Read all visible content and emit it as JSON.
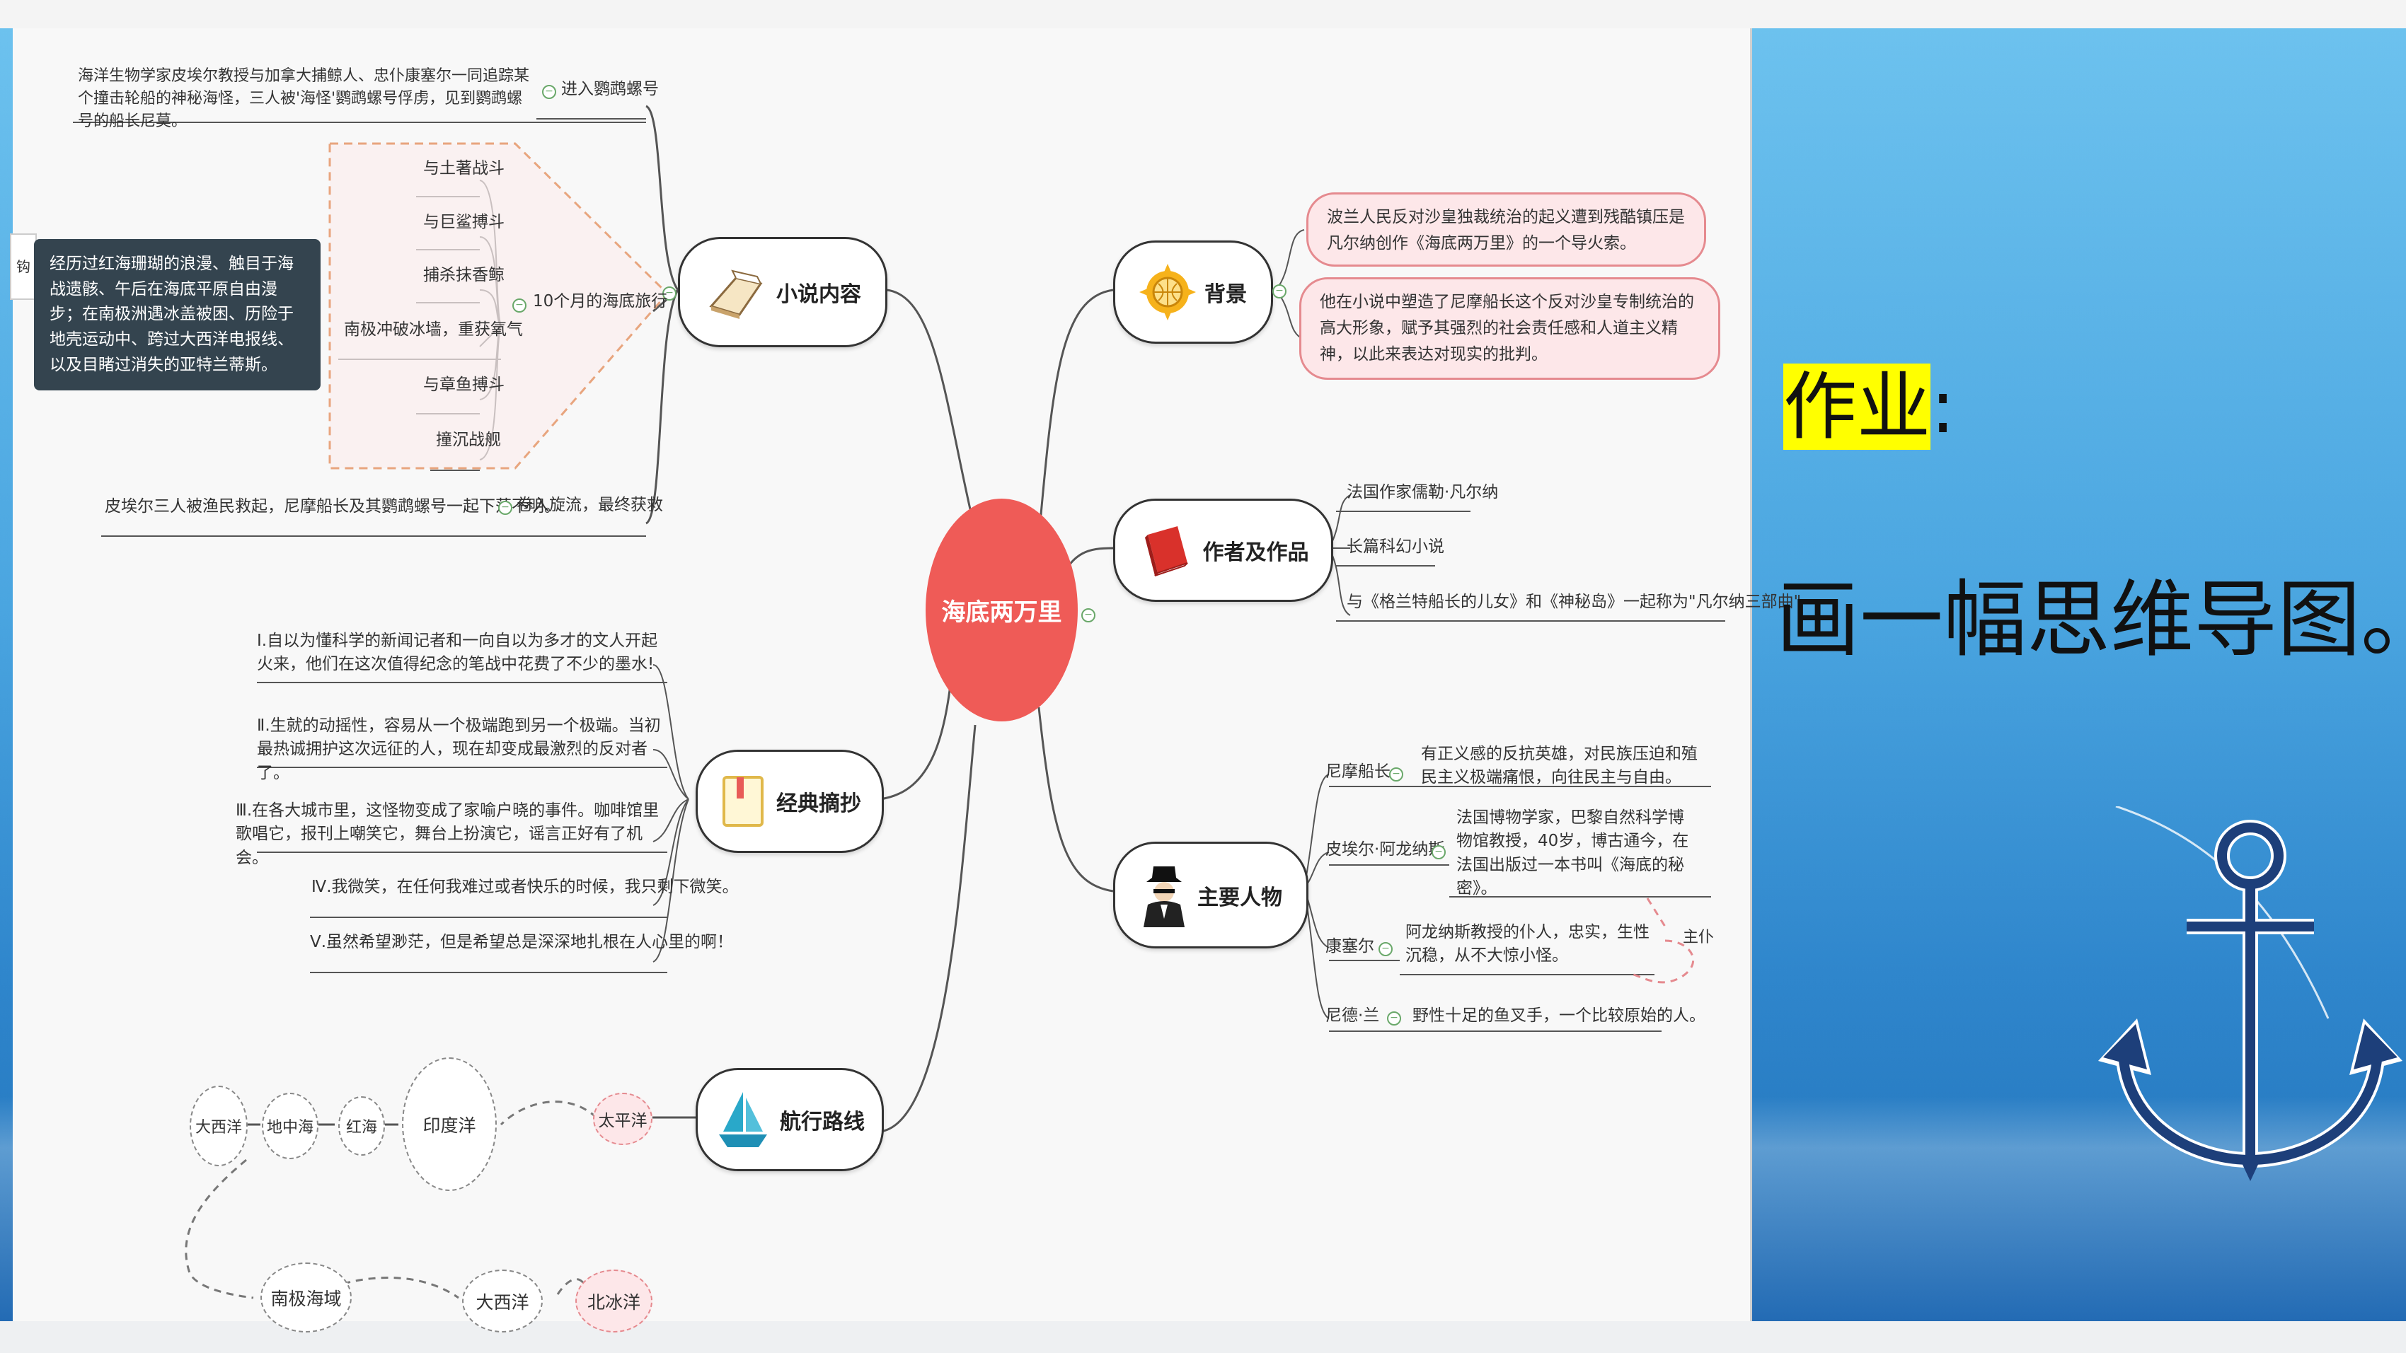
{
  "slide": {
    "homework_label": "作业",
    "homework_colon": ":",
    "instruction": "画一幅思维导图。"
  },
  "mindmap": {
    "center": "海底两万里",
    "left_tab": "钩",
    "branches": {
      "novel_content": {
        "label": "小说内容",
        "enter": "进入鹦鹉螺号",
        "enter_desc": "海洋生物学家皮埃尔教授与加拿大捕鲸人、忠仆康塞尔一同追踪某个撞击轮船的神秘海怪，三人被'海怪'鹦鹉螺号俘虏，见到鹦鹉螺号的船长尼莫。",
        "journey": "10个月的海底旅行",
        "sub": [
          "与土著战斗",
          "与巨鲨搏斗",
          "捕杀抹香鲸",
          "南极冲破冰墙，重获氧气",
          "与章鱼搏斗",
          "撞沉战舰"
        ],
        "tooltip": "经历过红海珊瑚的浪漫、触目于海战遗骸、午后在海底平原自由漫步；在南极洲遇冰盖被困、历险于地壳运动中、跨过大西洋电报线、以及目睹过消失的亚特兰蒂斯。",
        "escape": "卷入旋流，最终获救",
        "escape_desc": "皮埃尔三人被渔民救起，尼摩船长及其鹦鹉螺号一起下落不明。"
      },
      "quotes": {
        "label": "经典摘抄",
        "items": [
          "Ⅰ.自以为懂科学的新闻记者和一向自以为多才的文人开起火来，他们在这次值得纪念的笔战中花费了不少的墨水!",
          "Ⅱ.生就的动摇性，容易从一个极端跑到另一个极端。当初最热诚拥护这次远征的人，现在却变成最激烈的反对者了。",
          "Ⅲ.在各大城市里，这怪物变成了家喻户晓的事件。咖啡馆里歌唱它，报刊上嘲笑它，舞台上扮演它，谣言正好有了机会。",
          "Ⅳ.我微笑，在任何我难过或者快乐的时候，我只剩下微笑。",
          "Ⅴ.虽然希望渺茫，但是希望总是深深地扎根在人心里的啊！"
        ]
      },
      "route": {
        "label": "航行路线",
        "stops": [
          "太平洋",
          "印度洋",
          "红海",
          "地中海",
          "大西洋",
          "南极海域",
          "大西洋",
          "北冰洋"
        ]
      },
      "background": {
        "label": "背景",
        "items": [
          "波兰人民反对沙皇独裁统治的起义遭到残酷镇压是凡尔纳创作《海底两万里》的一个导火索。",
          "他在小说中塑造了尼摩船长这个反对沙皇专制统治的高大形象，赋予其强烈的社会责任感和人道主义精神，以此来表达对现实的批判。"
        ]
      },
      "author": {
        "label": "作者及作品",
        "items": [
          "法国作家儒勒·凡尔纳",
          "长篇科幻小说",
          "与《格兰特船长的儿女》和《神秘岛》一起称为\"凡尔纳三部曲\""
        ]
      },
      "characters": {
        "label": "主要人物",
        "people": [
          {
            "name": "尼摩船长",
            "desc": "有正义感的反抗英雄，对民族压迫和殖民主义极端痛恨，向往民主与自由。"
          },
          {
            "name": "皮埃尔·阿龙纳斯",
            "desc": "法国博物学家，巴黎自然科学博物馆教授，40岁，博古通今，在法国出版过一本书叫《海底的秘密》。"
          },
          {
            "name": "康塞尔",
            "desc": "阿龙纳斯教授的仆人，忠实，生性沉稳，从不大惊小怪。"
          },
          {
            "name": "尼德·兰",
            "desc": "野性十足的鱼叉手，一个比较原始的人。"
          }
        ],
        "relation": "主仆"
      }
    }
  },
  "colors": {
    "central": "#ef5b57",
    "pink_fill": "#fde7e9",
    "pink_border": "#e58a8f",
    "tooltip": "#34444f",
    "highlight": "#ffff00",
    "anchor": "#1d3f7a"
  },
  "icons": [
    "book-icon",
    "sun-globe-icon",
    "red-book-icon",
    "detective-icon",
    "notebook-icon",
    "sailboat-icon",
    "anchor-icon"
  ]
}
